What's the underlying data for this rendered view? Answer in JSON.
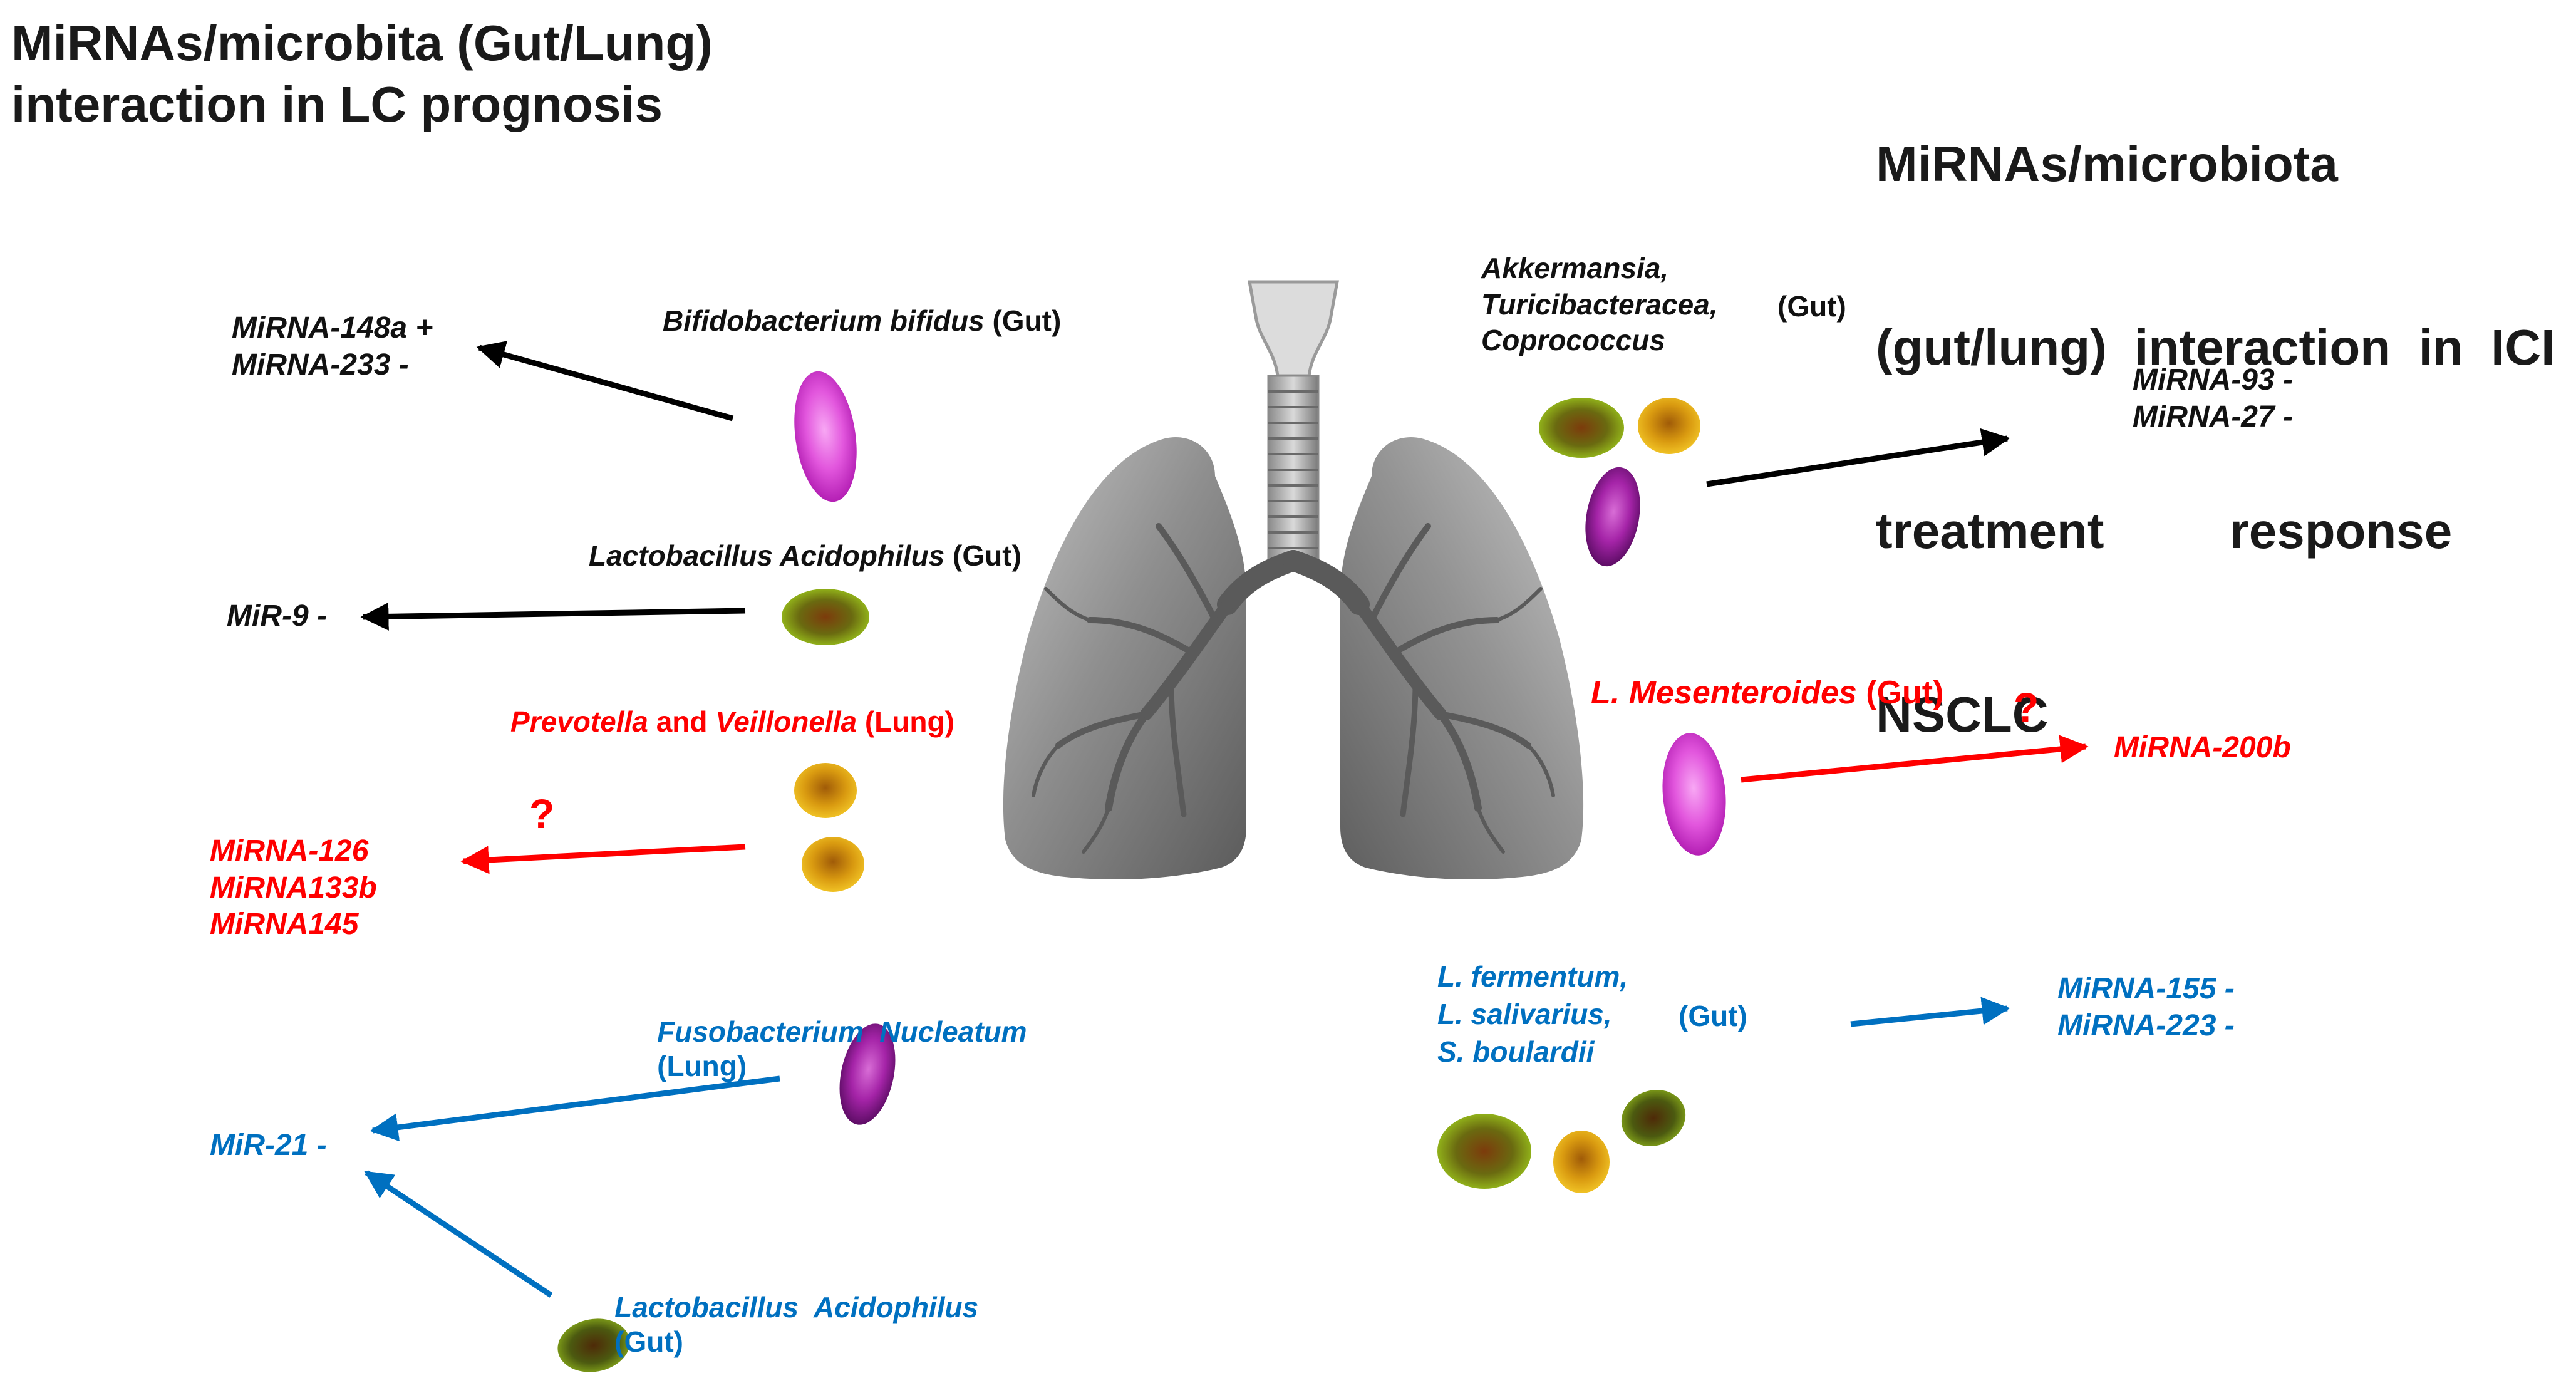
{
  "titles": {
    "left": [
      "MiRNAs/microbita  (Gut/Lung)",
      "interaction in LC prognosis"
    ],
    "right": [
      "MiRNAs/microbiota",
      "(gut/lung)  interaction  in  ICI",
      "treatment         response         in",
      "NSCLC"
    ]
  },
  "left_panel": {
    "bifido": {
      "name": "Bifidobacterium bifidus",
      "site": "(Gut)",
      "mirnas": [
        "MiRNA-148a +",
        "MiRNA-233 -"
      ],
      "color": "#000000"
    },
    "lacto": {
      "name": "Lactobacillus Acidophilus",
      "site": "(Gut)",
      "mirnas": [
        "MiR-9 -"
      ],
      "color": "#000000"
    },
    "prevotella": {
      "name_a": "Prevotella",
      "conj": "and",
      "name_b": "Veillonella",
      "site": "(Lung)",
      "mirnas": [
        "MiRNA-126",
        "MiRNA133b",
        "MiRNA145"
      ],
      "question": "?",
      "color": "#ff0000"
    },
    "fuso": {
      "name": "Fusobacterium  Nucleatum",
      "site": "(Lung)",
      "color": "#0070c0"
    },
    "lacto2": {
      "name": "Lactobacillus  Acidophilus",
      "site": "(Gut)",
      "color": "#0070c0"
    },
    "mir21": "MiR-21 -"
  },
  "right_panel": {
    "akk": {
      "names": [
        "Akkermansia,",
        "Turicibacteracea,",
        "Coprococcus"
      ],
      "site": "(Gut)",
      "mirnas": [
        "MiRNA-93 -",
        "MiRNA-27 -"
      ],
      "color": "#000000"
    },
    "lmes": {
      "name": "L. Mesenteroides",
      "site": "(Gut)",
      "mirnas": [
        "MiRNA-200b"
      ],
      "question": "?",
      "color": "#ff0000"
    },
    "lferm": {
      "names": [
        "L. fermentum,",
        "L. salivarius,",
        "S. boulardii"
      ],
      "site": "(Gut)",
      "mirnas": [
        "MiRNA-155 -",
        "MiRNA-223 -"
      ],
      "color": "#0070c0"
    }
  },
  "colors": {
    "black_arrow": "#000000",
    "red_arrow": "#ff0000",
    "blue_arrow": "#0070c0",
    "bacteria_magenta": "#d63bd6",
    "bacteria_purple": "#a21fa8",
    "bacteria_olive": "#6d7d12",
    "bacteria_gold": "#d79a12",
    "lung": "#8e8e8e"
  },
  "icons": [
    "lungs-illustration",
    "bacterium-icon",
    "arrow-icon"
  ]
}
